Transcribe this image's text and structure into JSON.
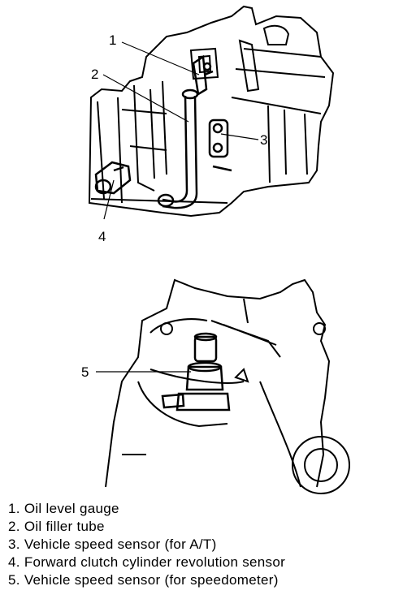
{
  "callouts": {
    "c1": "1",
    "c2": "2",
    "c3": "3",
    "c4": "4",
    "c5": "5"
  },
  "legend": [
    {
      "num": "1.",
      "text": "Oil level gauge"
    },
    {
      "num": "2.",
      "text": "Oil filler tube"
    },
    {
      "num": "3.",
      "text": "Vehicle speed sensor (for A/T)"
    },
    {
      "num": "4.",
      "text": "Forward clutch cylinder revolution sensor"
    },
    {
      "num": "5.",
      "text": "Vehicle speed sensor (for speedometer)"
    }
  ]
}
